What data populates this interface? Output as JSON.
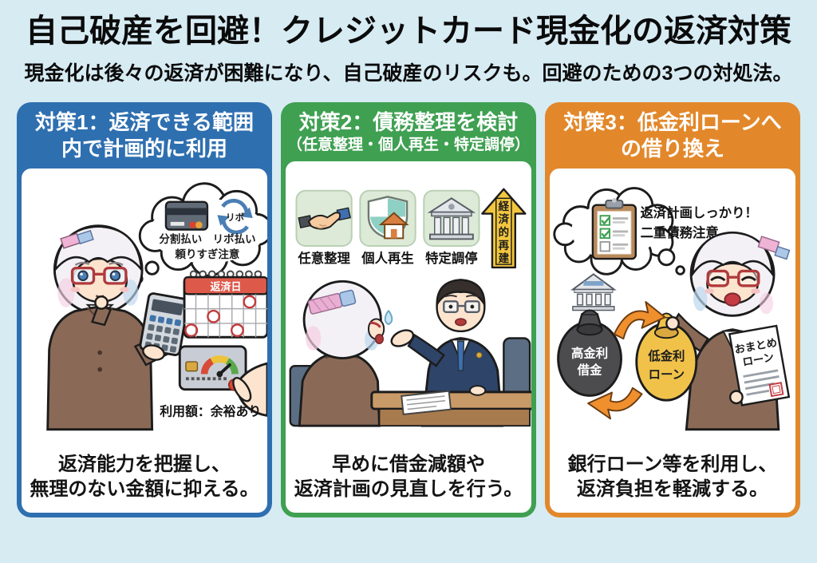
{
  "page": {
    "title": "自己破産を回避！クレジットカード現金化の返済対策",
    "subtitle": "現金化は後々の返済が困難になり、自己破産のリスクも。回避のための3つの対処法。"
  },
  "colors": {
    "background": "#d7ebf3",
    "panel1_accent": "#2e6fb0",
    "panel2_accent": "#3fa052",
    "panel3_accent": "#e2882b",
    "header_text": "#ffffff",
    "body_text": "#141414",
    "calendar_red": "#dd5a4b",
    "gauge_red": "#d84b38",
    "gauge_yellow": "#ecc33b",
    "gauge_green": "#5aa84c",
    "arrow_yellow": "#f2c63e",
    "swap_arrow_orange": "#ef8f2e"
  },
  "panel1": {
    "header_line1": "対策1：返済できる範囲",
    "header_line2": "内で計画的に利用",
    "thought_bubble": {
      "ribo_badge": "リボ",
      "line1": "分割払い　リボ払い",
      "line2": "頼りすぎ注意"
    },
    "calendar": {
      "title": "返済日"
    },
    "usage_label": "利用額：余裕あり",
    "footer_line1": "返済能力を把握し、",
    "footer_line2": "無理のない金額に抑える。"
  },
  "panel2": {
    "header_line1": "対策2：債務整理を検討",
    "header_line2": "（任意整理・個人再生・特定調停）",
    "options": [
      {
        "label": "任意整理",
        "icon": "handshake-icon"
      },
      {
        "label": "個人再生",
        "icon": "shield-house-icon"
      },
      {
        "label": "特定調停",
        "icon": "bank-icon"
      }
    ],
    "arrow_chars": [
      "経",
      "済",
      "的",
      "再",
      "建"
    ],
    "footer_line1": "早めに借金減額や",
    "footer_line2": "返済計画の見直しを行う。"
  },
  "panel3": {
    "header_line1": "対策3：低金利ローンへ",
    "header_line2": "の借り換え",
    "thought_line1": "返済計画しっかり！",
    "thought_line2": "二重債務注意",
    "high_bag_line1": "高金利",
    "high_bag_line2": "借金",
    "low_bag_line1": "低金利",
    "low_bag_line2": "ローン",
    "doc_line1": "おまとめ",
    "doc_line2": "ローン",
    "footer_line1": "銀行ローン等を利用し、",
    "footer_line2": "返済負担を軽減する。"
  }
}
